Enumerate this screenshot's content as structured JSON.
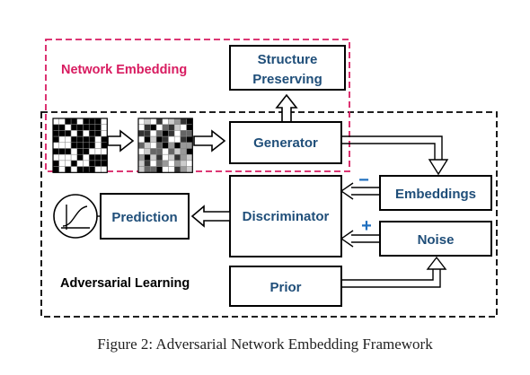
{
  "regions": {
    "network_embedding": {
      "label": "Network Embedding",
      "color": "#d81b60"
    },
    "adversarial_learning": {
      "label": "Adversarial Learning",
      "color": "#000000"
    }
  },
  "components": {
    "structure_preserving": [
      "Structure",
      "Preserving"
    ],
    "generator": "Generator",
    "embeddings": "Embeddings",
    "discriminator": "Discriminator",
    "prediction": "Prediction",
    "noise": "Noise",
    "prior": "Prior"
  },
  "signs": {
    "embeddings": "−",
    "noise": "+"
  },
  "colors": {
    "label_text": "#1f4e79",
    "sign_minus": "#1f6fbf",
    "sign_plus": "#1f6fbf",
    "box_border": "#000000"
  },
  "icons": [
    "adjacency-matrix-icon",
    "sigmoid-curve-icon"
  ],
  "caption": "Figure 2: Adversarial Network Embedding Framework"
}
